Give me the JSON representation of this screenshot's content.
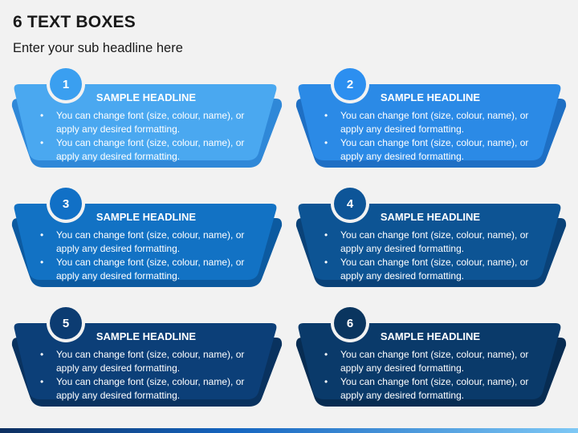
{
  "header": {
    "title": "6 TEXT BOXES",
    "subtitle": "Enter your sub headline here"
  },
  "boxes": [
    {
      "number": "1",
      "headline": "SAMPLE HEADLINE",
      "bullets": [
        "You can change font (size, colour, name), or apply any desired formatting.",
        "You can change font (size, colour, name), or apply any desired formatting."
      ],
      "color_front": "#4aa8f0",
      "color_back": "#2f88d8",
      "color_badge": "#3a9ff0"
    },
    {
      "number": "2",
      "headline": "SAMPLE HEADLINE",
      "bullets": [
        "You can change font (size, colour, name), or apply any desired formatting.",
        "You can change font (size, colour, name), or apply any desired formatting."
      ],
      "color_front": "#2b8ae6",
      "color_back": "#1e6fc4",
      "color_badge": "#2c8ff0"
    },
    {
      "number": "3",
      "headline": "SAMPLE HEADLINE",
      "bullets": [
        "You can change font (size, colour, name), or apply any desired formatting.",
        "You can change font (size, colour, name), or apply any desired formatting."
      ],
      "color_front": "#1272c4",
      "color_back": "#0c5aa0",
      "color_badge": "#1170c6"
    },
    {
      "number": "4",
      "headline": "SAMPLE HEADLINE",
      "bullets": [
        "You can change font (size, colour, name), or apply any desired formatting.",
        "You can change font (size, colour, name), or apply any desired formatting."
      ],
      "color_front": "#0d5494",
      "color_back": "#0a4278",
      "color_badge": "#0d5598"
    },
    {
      "number": "5",
      "headline": "SAMPLE HEADLINE",
      "bullets": [
        "You can change font (size, colour, name), or apply any desired formatting.",
        "You can change font (size, colour, name), or apply any desired formatting."
      ],
      "color_front": "#0c3f78",
      "color_back": "#09325f",
      "color_badge": "#0c3c72"
    },
    {
      "number": "6",
      "headline": "SAMPLE HEADLINE",
      "bullets": [
        "You can change font (size, colour, name), or apply any desired formatting.",
        "You can change font (size, colour, name), or apply any desired formatting."
      ],
      "color_front": "#0a3a6a",
      "color_back": "#072c52",
      "color_badge": "#0a355f"
    }
  ]
}
